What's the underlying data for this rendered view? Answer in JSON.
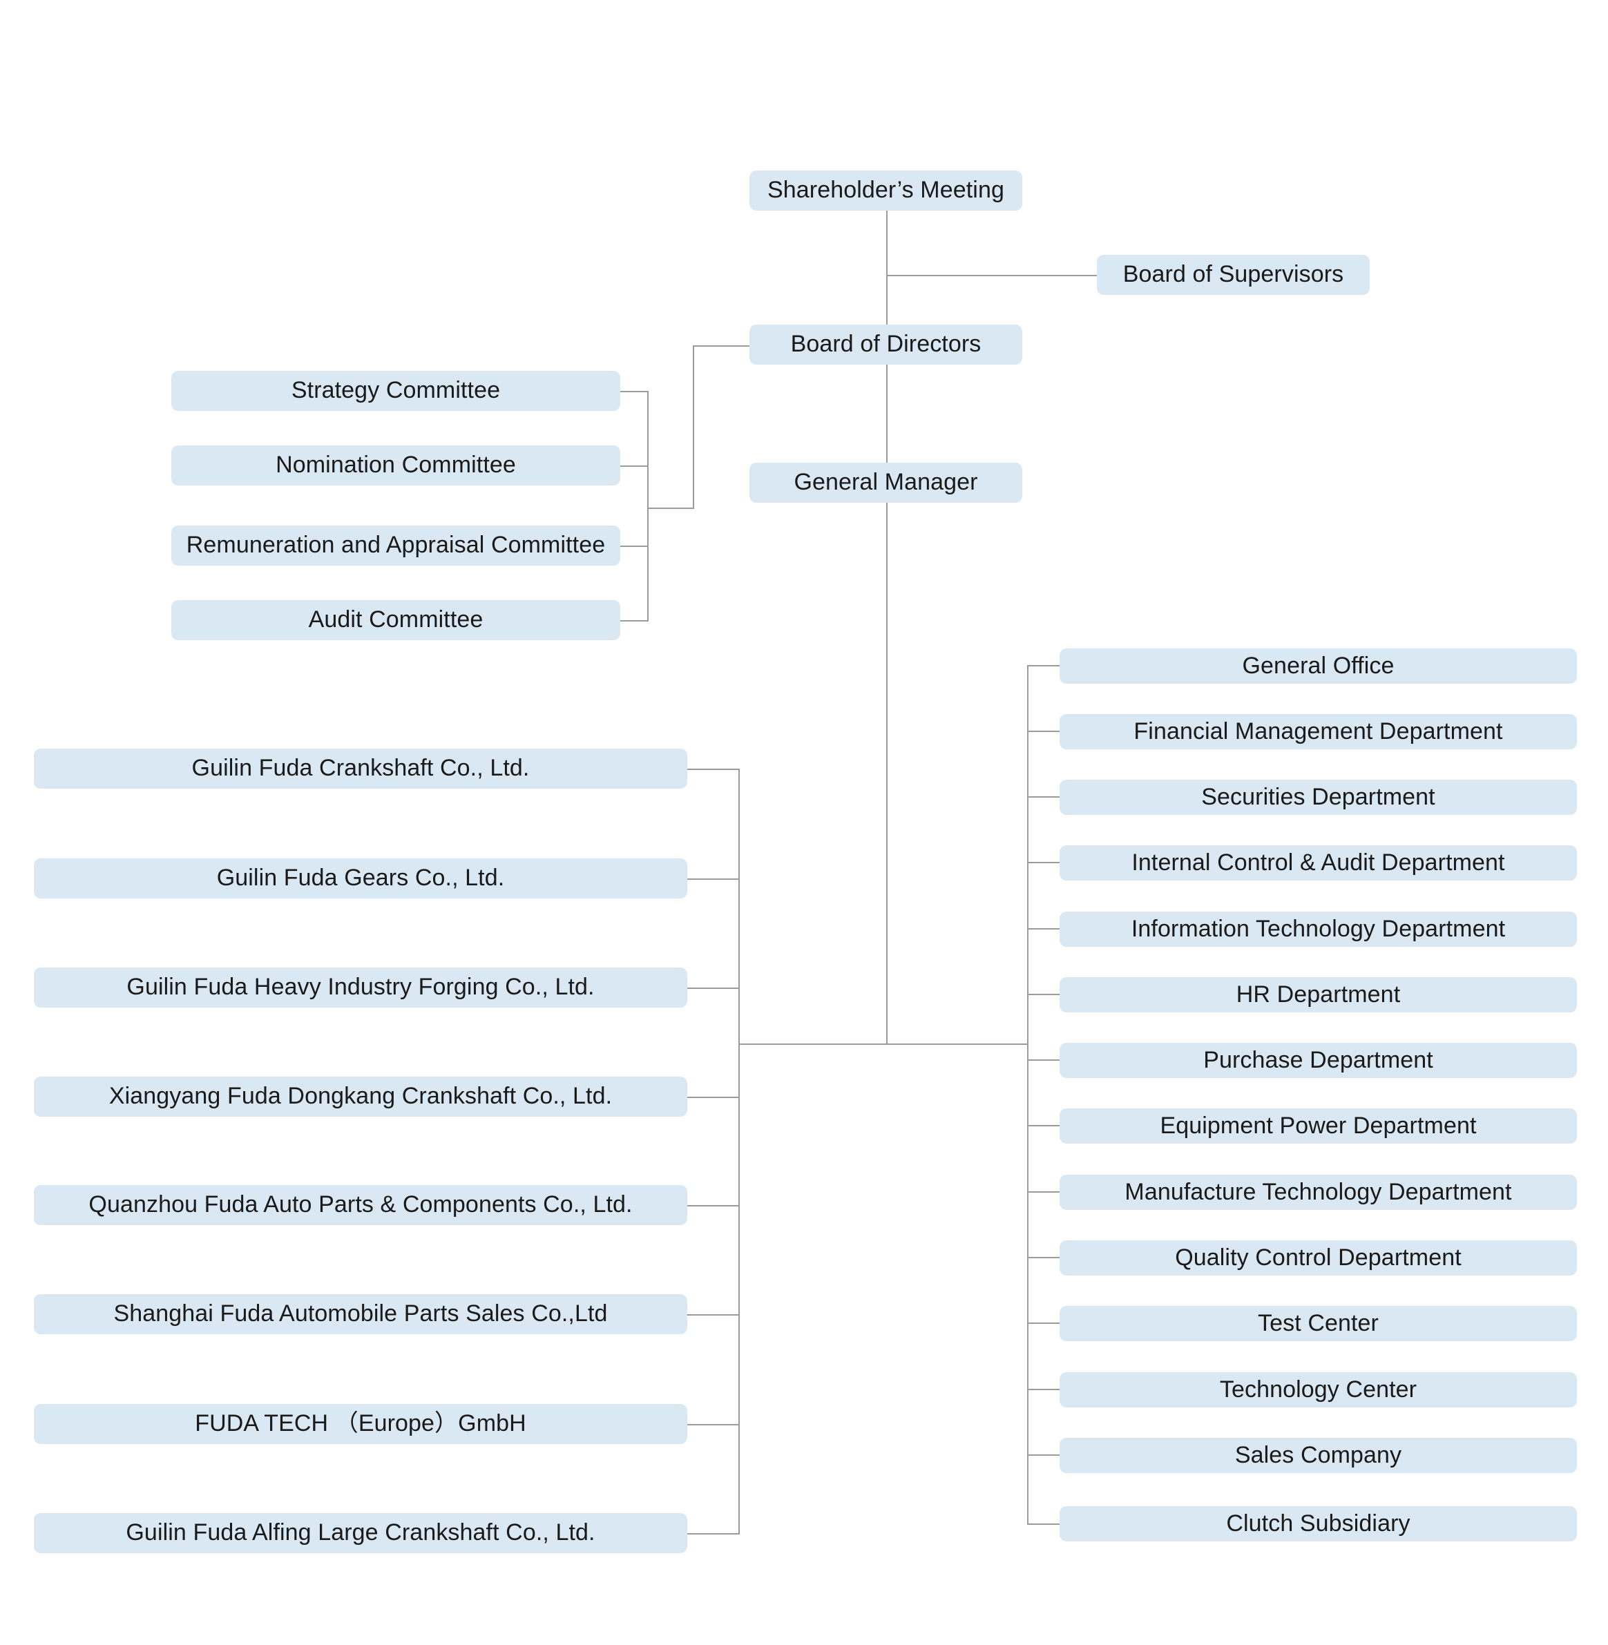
{
  "meta": {
    "title": "Corporate Organizational Structure Chart",
    "box_fill_color": "#d9e8f2",
    "connector_color": "#9a9a9a",
    "text_color": "#1a1a1a",
    "background_color": "#ffffff"
  },
  "governance": {
    "shareholders_meeting": "Shareholder’s Meeting",
    "board_of_supervisors": "Board of Supervisors",
    "board_of_directors": "Board of Directors",
    "general_manager": "General Manager"
  },
  "committees": [
    {
      "label": "Strategy Committee"
    },
    {
      "label": "Nomination Committee"
    },
    {
      "label": "Remuneration and Appraisal Committee"
    },
    {
      "label": "Audit Committee"
    }
  ],
  "subsidiaries": [
    {
      "label": "Guilin Fuda Crankshaft Co., Ltd."
    },
    {
      "label": "Guilin Fuda Gears Co., Ltd."
    },
    {
      "label": "Guilin Fuda Heavy Industry Forging Co., Ltd."
    },
    {
      "label": "Xiangyang Fuda Dongkang Crankshaft Co., Ltd."
    },
    {
      "label": "Quanzhou Fuda Auto Parts & Components Co., Ltd."
    },
    {
      "label": "Shanghai Fuda Automobile Parts Sales Co.,Ltd"
    },
    {
      "label": "FUDA TECH （Europe）GmbH"
    },
    {
      "label": "Guilin Fuda Alfing Large Crankshaft Co., Ltd."
    }
  ],
  "departments": [
    {
      "label": "General Office"
    },
    {
      "label": "Financial Management Department"
    },
    {
      "label": "Securities Department"
    },
    {
      "label": "Internal Control & Audit Department"
    },
    {
      "label": "Information Technology Department"
    },
    {
      "label": "HR Department"
    },
    {
      "label": "Purchase Department"
    },
    {
      "label": "Equipment Power Department"
    },
    {
      "label": "Manufacture Technology Department"
    },
    {
      "label": "Quality Control Department"
    },
    {
      "label": "Test Center"
    },
    {
      "label": "Technology Center"
    },
    {
      "label": "Sales Company"
    },
    {
      "label": "Clutch Subsidiary"
    }
  ]
}
